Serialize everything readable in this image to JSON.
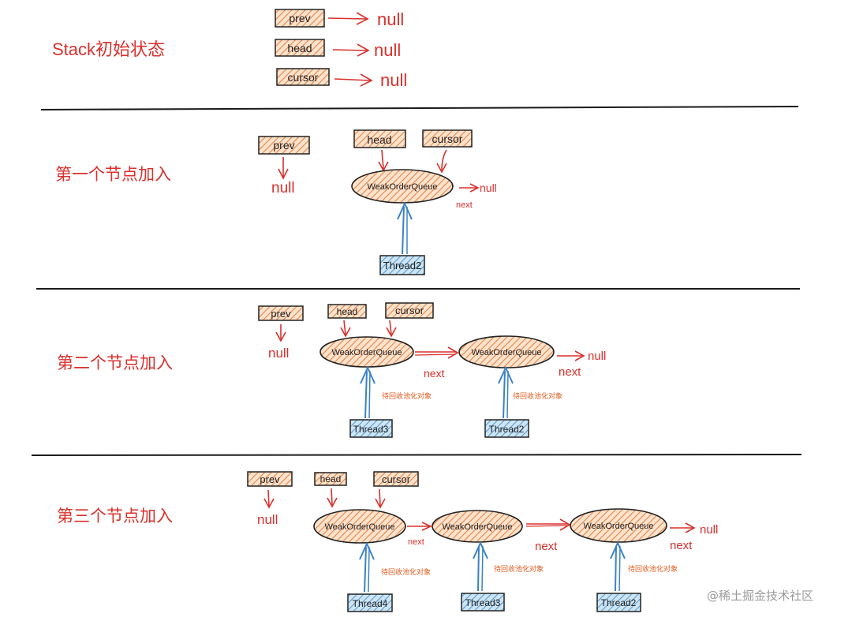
{
  "sections": [
    {
      "title": "Stack初始状态",
      "pointers": [
        "prev",
        "head",
        "cursor"
      ],
      "null": "null"
    },
    {
      "title": "第一个节点加入",
      "pointers": [
        "prev",
        "head",
        "cursor"
      ],
      "queue": "WeakOrderQueue",
      "null": "null",
      "next": "next",
      "threads": [
        "Thread2"
      ]
    },
    {
      "title": "第二个节点加入",
      "pointers": [
        "prev",
        "head",
        "cursor"
      ],
      "queue": "WeakOrderQueue",
      "null": "null",
      "next": "next",
      "note": "待回收池化对象",
      "threads": [
        "Thread3",
        "Thread2"
      ]
    },
    {
      "title": "第三个节点加入",
      "pointers": [
        "prev",
        "head",
        "cursor"
      ],
      "queue": "WeakOrderQueue",
      "null": "null",
      "next": "next",
      "note": "待回收池化对象",
      "threads": [
        "Thread4",
        "Thread3",
        "Thread2"
      ]
    }
  ],
  "watermark": "@稀土掘金技术社区",
  "colors": {
    "red": "#d9302c",
    "orange_fill": "#f6c79f",
    "orange_stroke": "#e8834a",
    "blue_fill": "#a9cfe8",
    "blue_line": "#3b82c4",
    "note": "#e05a1e"
  }
}
